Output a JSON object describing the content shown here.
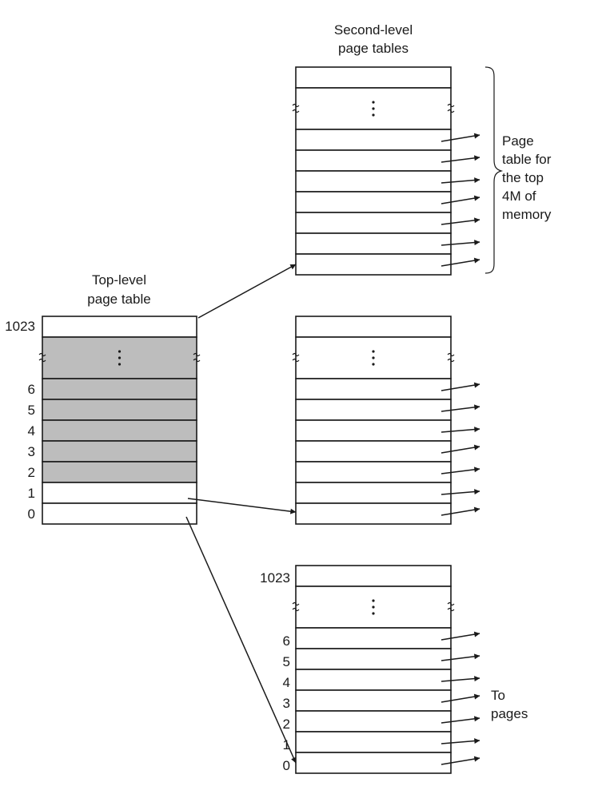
{
  "top_table": {
    "title_lines": [
      "Top-level",
      "page table"
    ],
    "row_labels": {
      "top": "1023",
      "bottom": [
        "6",
        "5",
        "4",
        "3",
        "2",
        "1",
        "0"
      ]
    }
  },
  "second_level": {
    "title_lines": [
      "Second-level",
      "page tables"
    ]
  },
  "bottom_table": {
    "row_labels": {
      "top": "1023",
      "bottom": [
        "6",
        "5",
        "4",
        "3",
        "2",
        "1",
        "0"
      ]
    }
  },
  "annotations": {
    "brace_label_lines": [
      "Page",
      "table for",
      "the top",
      "4M of",
      "memory"
    ],
    "to_pages_lines": [
      "To",
      "pages"
    ]
  },
  "colors": {
    "line": "#1a1a1a",
    "shaded_cells": "#bdbdbd",
    "background": "#ffffff"
  }
}
